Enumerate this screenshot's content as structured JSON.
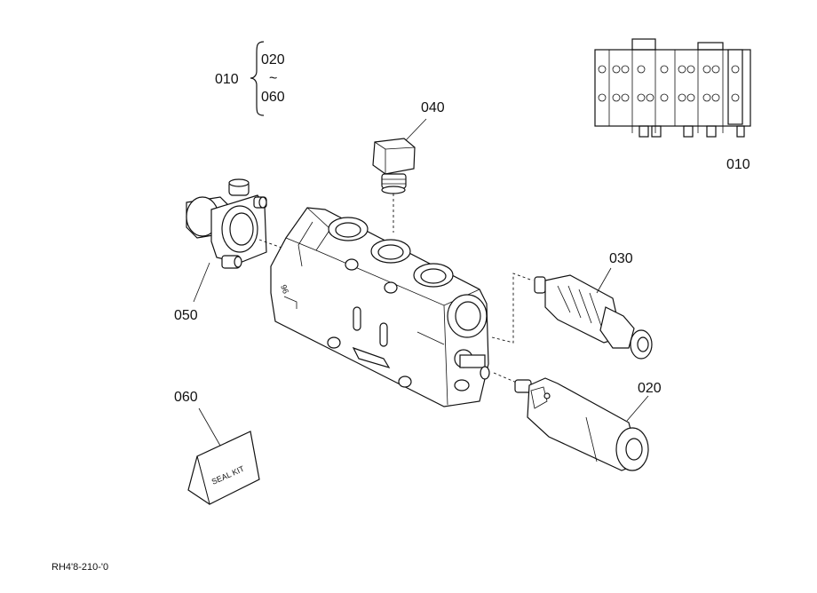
{
  "callouts": {
    "assembly": "010",
    "range_start": "020",
    "range_sep": "~",
    "range_end": "060",
    "plug": "040",
    "relief_valve": "030",
    "flange": "050",
    "cylinder": "020",
    "seal_kit": "060",
    "key_ref": "010"
  },
  "seal_kit_label": "SEAL KIT",
  "drawing_number": "RH4'8-210-'0"
}
